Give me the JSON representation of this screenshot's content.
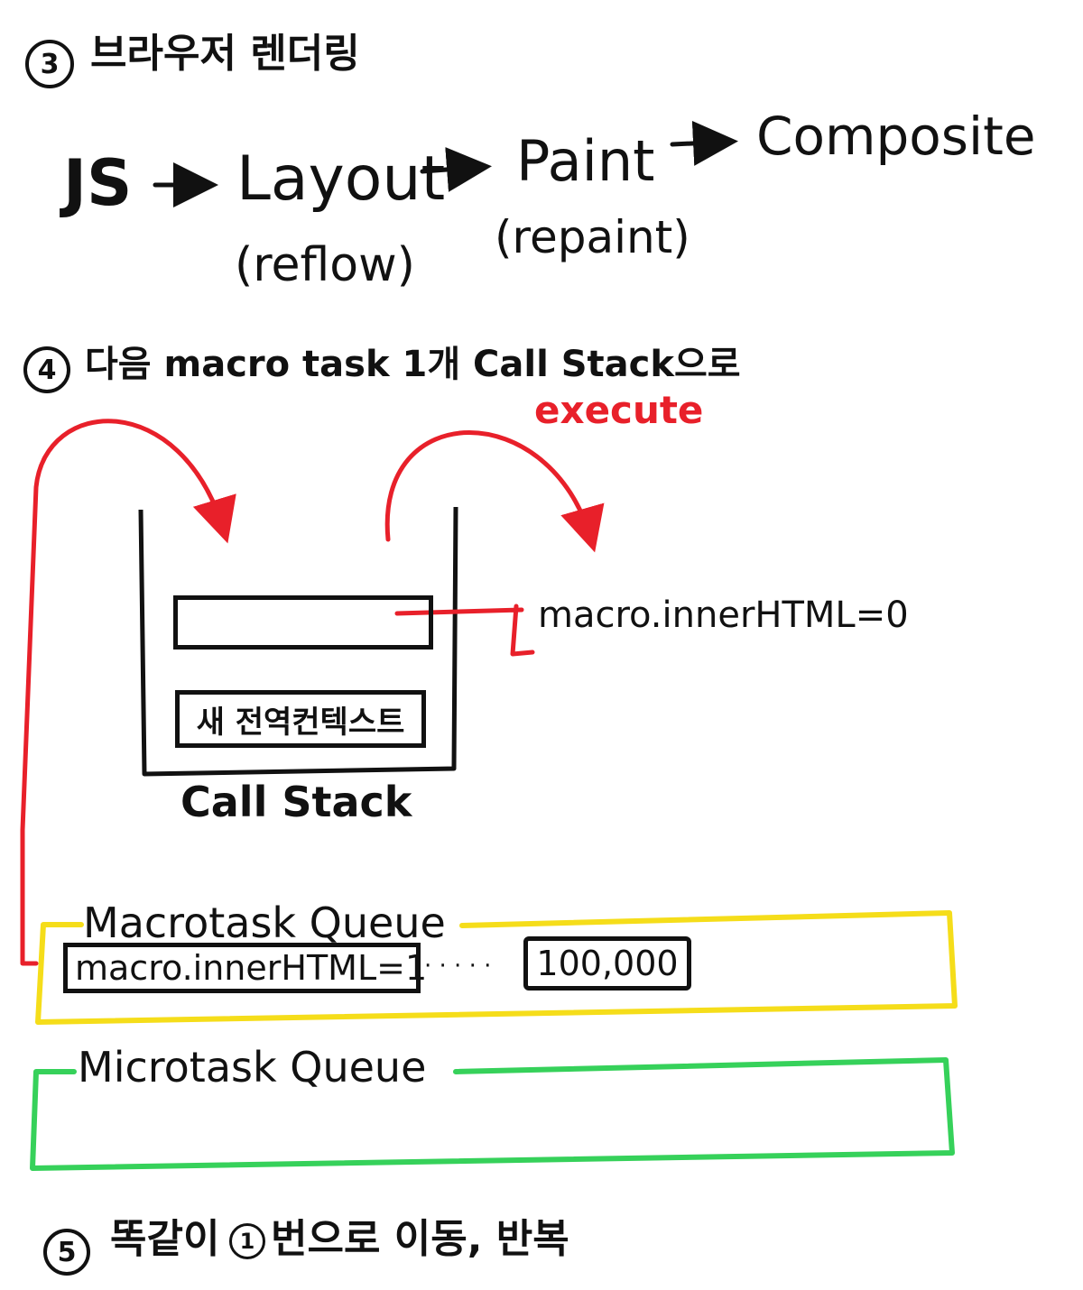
{
  "sections": {
    "s3": {
      "number": "3",
      "title": "브라우저 렌더링"
    },
    "s4": {
      "number": "4",
      "title": "다음 macro task 1개 Call Stack으로"
    },
    "s5": {
      "number": "5",
      "title_pre": "똑같이",
      "ref_number": "1",
      "title_post": "번으로 이동, 반복"
    }
  },
  "pipeline": {
    "js": "JS",
    "layout": "Layout",
    "layout_note": "(reflow)",
    "paint": "Paint",
    "paint_note": "(repaint)",
    "composite": "Composite"
  },
  "call_stack": {
    "label": "Call Stack",
    "frames": [
      "",
      "새 전역컨텍스트"
    ],
    "annotation": "macro.innerHTML=0"
  },
  "execute_label": "execute",
  "macrotask_queue": {
    "label": "Macrotask Queue",
    "first_item": "macro.innerHTML=1",
    "ellipsis": "· · · · ·",
    "last_item": "100,000"
  },
  "microtask_queue": {
    "label": "Microtask Queue"
  },
  "colors": {
    "ink": "#111111",
    "arrow_red": "#e8202a",
    "macro_yellow": "#f5dd1a",
    "micro_green": "#36d15a"
  }
}
